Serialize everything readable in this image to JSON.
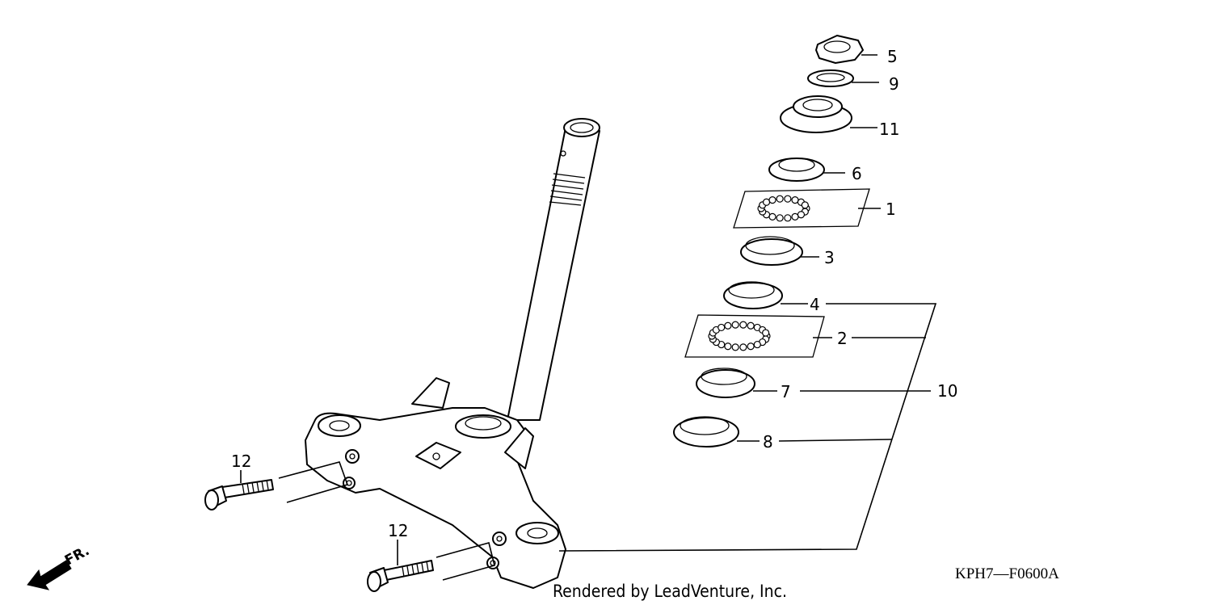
{
  "diagram": {
    "code": "KPH7—F0600A",
    "credit": "Rendered by LeadVenture, Inc.",
    "direction": "FR.",
    "labels": {
      "p1": "1",
      "p2": "2",
      "p3": "3",
      "p4": "4",
      "p5": "5",
      "p6": "6",
      "p7": "7",
      "p8": "8",
      "p9": "9",
      "p10": "10",
      "p11": "11",
      "p12a": "12",
      "p12b": "12"
    }
  }
}
